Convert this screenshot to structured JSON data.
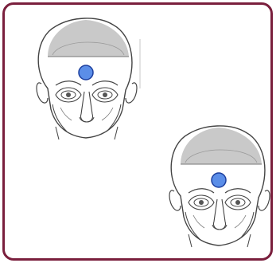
{
  "colors": {
    "frame_border": "#7a1f3d",
    "marker_fill": "#5b8ee8",
    "marker_stroke": "#1d3f9e",
    "scalp_shade": "#c9c9c9",
    "line_art": "#444444"
  },
  "illustrations": [
    {
      "subject": "head-front-view",
      "marker": "forehead-point",
      "icon": "blue-dot-marker"
    },
    {
      "subject": "head-front-view",
      "marker": "forehead-point",
      "icon": "blue-dot-marker"
    }
  ]
}
